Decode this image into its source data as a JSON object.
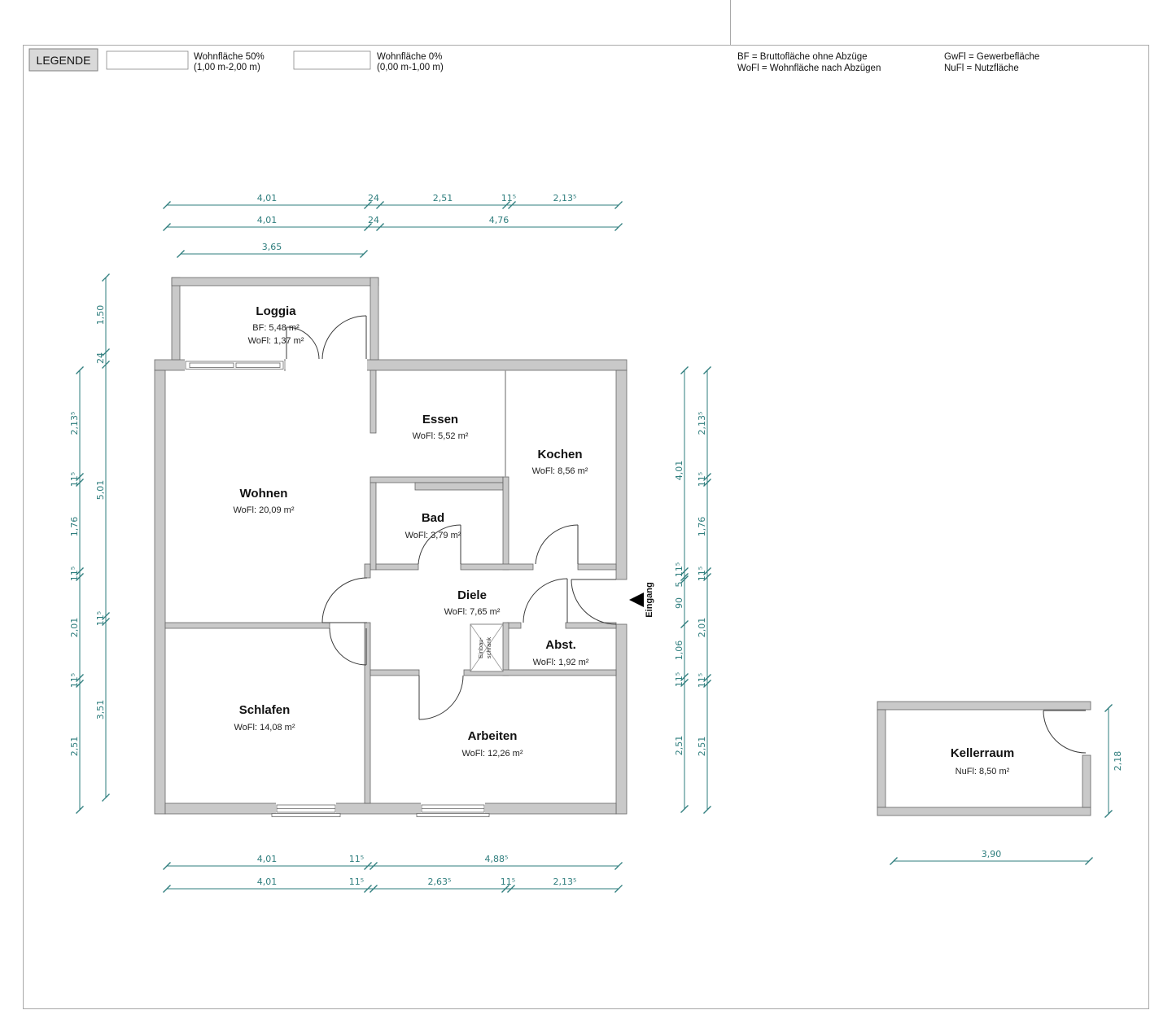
{
  "legend": {
    "title": "LEGENDE",
    "items": [
      {
        "label": "Wohnfläche 50%",
        "range": "(1,00 m-2,00 m)",
        "hatch_color": "#9a9a9a"
      },
      {
        "label": "Wohnfläche 0%",
        "range": "(0,00 m-1,00 m)",
        "hatch_color": "#e78ad2"
      }
    ],
    "abbr": {
      "bf": "BF = Bruttofläche ohne Abzüge",
      "wofl": "WoFl = Wohnfläche nach Abzügen",
      "gwfl": "GwFl = Gewerbefläche",
      "nufl": "NuFl = Nutzfläche"
    }
  },
  "rooms": {
    "loggia": {
      "name": "Loggia",
      "area1": "BF: 5,48 m²",
      "area2": "WoFl: 1,37 m²"
    },
    "essen": {
      "name": "Essen",
      "area": "WoFl: 5,52 m²"
    },
    "kochen": {
      "name": "Kochen",
      "area": "WoFl: 8,56 m²"
    },
    "wohnen": {
      "name": "Wohnen",
      "area": "WoFl: 20,09 m²"
    },
    "bad": {
      "name": "Bad",
      "area": "WoFl: 3,79 m²"
    },
    "diele": {
      "name": "Diele",
      "area": "WoFl: 7,65 m²"
    },
    "abst": {
      "name": "Abst.",
      "area": "WoFl: 1,92 m²"
    },
    "schlafen": {
      "name": "Schlafen",
      "area": "WoFl: 14,08 m²"
    },
    "arbeiten": {
      "name": "Arbeiten",
      "area": "WoFl: 12,26 m²"
    },
    "keller": {
      "name": "Kellerraum",
      "area": "NuFl: 8,50 m²"
    }
  },
  "labels": {
    "eingang": "Eingang",
    "einbau_line1": "Einbau-",
    "einbau_line2": "schrank"
  },
  "dims": {
    "top1": [
      "4,01",
      "24",
      "2,51",
      "11⁵",
      "2,13⁵"
    ],
    "top2": [
      "4,01",
      "24",
      "4,76"
    ],
    "top3": [
      "3,65"
    ],
    "bottom1": [
      "4,01",
      "11⁵",
      "4,88⁵"
    ],
    "bottom2": [
      "4,01",
      "11⁵",
      "2,63⁵",
      "11⁵",
      "2,13⁵"
    ],
    "left_outer": [
      "2,13⁵",
      "11⁵",
      "1,76",
      "11⁵",
      "2,01",
      "11⁵",
      "2,51"
    ],
    "left_inner": [
      "1,50",
      "24",
      "5,01",
      "11⁵",
      "3,51"
    ],
    "right_inner": [
      "4,01",
      "11⁵",
      "5",
      "90",
      "1,06",
      "11⁵",
      "2,51"
    ],
    "right_outer": [
      "2,13⁵",
      "11⁵",
      "1,76",
      "11⁵",
      "2,01",
      "11⁵",
      "2,51"
    ],
    "keller_bottom": "3,90",
    "keller_right": "2,18"
  },
  "colors": {
    "dimension": "#2e7d7d",
    "wall_fill": "#c9c9c9"
  }
}
